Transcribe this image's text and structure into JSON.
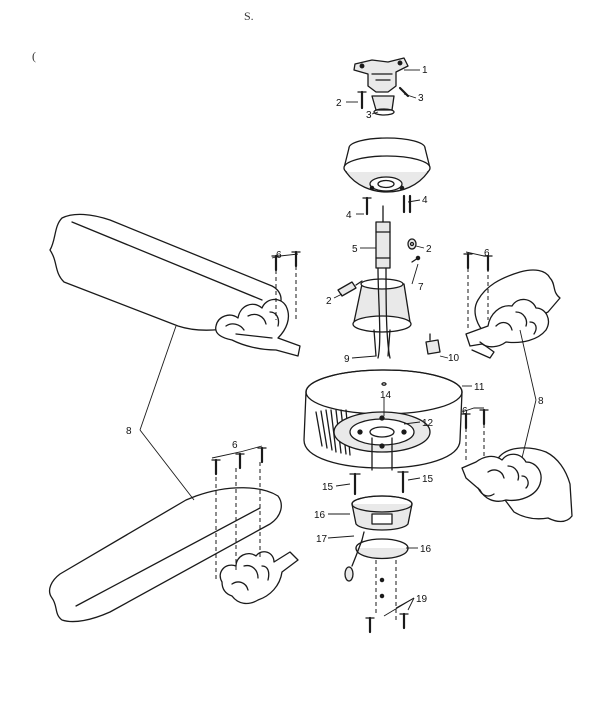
{
  "page_marks": {
    "top_mark": "S.",
    "left_mark": "("
  },
  "callouts": {
    "c1": "1",
    "c2a": "2",
    "c2b": "2",
    "c2c": "2",
    "c3a": "3",
    "c3b": "3",
    "c4a": "4",
    "c4b": "4",
    "c5": "5",
    "c6a": "6",
    "c6b": "6",
    "c6c": "6",
    "c6d": "6",
    "c7": "7",
    "c8a": "8",
    "c8b": "8",
    "c9": "9",
    "c10": "10",
    "c11": "11",
    "c12": "12",
    "c14": "14",
    "c15a": "15",
    "c15b": "15",
    "c16a": "16",
    "c16b": "16",
    "c17": "17",
    "c19": "19"
  },
  "colors": {
    "line": "#1a1a1a",
    "background": "#ffffff",
    "shading": "#e9e9e9"
  }
}
